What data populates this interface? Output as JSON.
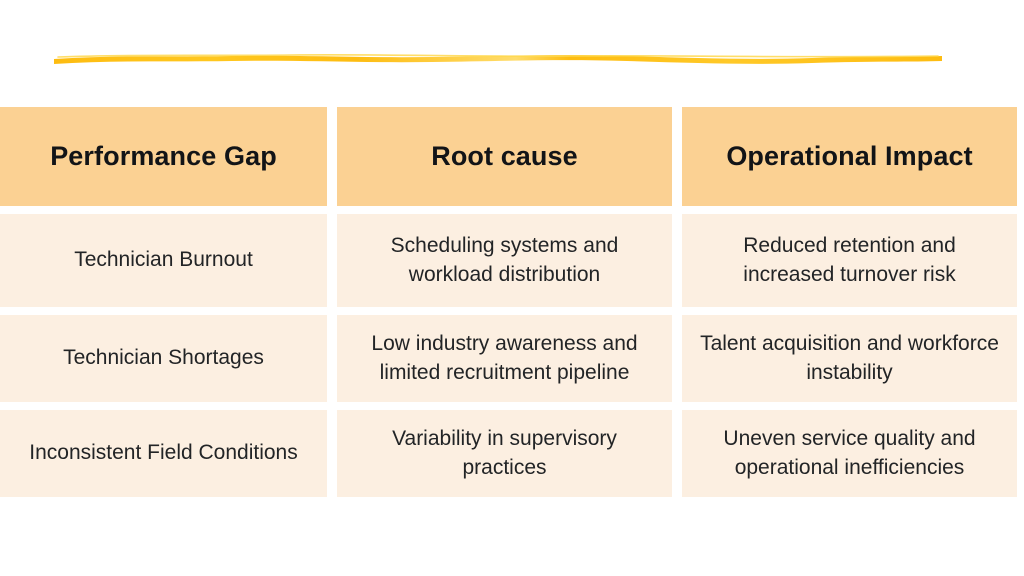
{
  "decoration": {
    "accent_rule": {
      "name": "hand-drawn-underline",
      "color": "#FDBC11",
      "highlight_color": "#FFD84D"
    }
  },
  "theme": {
    "page_background": "#FFFFFF",
    "header_cell_background": "#FBD193",
    "body_cell_background": "#FCEFE1",
    "header_text_color": "#121417",
    "body_text_color": "#222426"
  },
  "table": {
    "name": "performance-gap-analysis-table",
    "columns": [
      {
        "key": "performance_gap",
        "label": "Performance Gap"
      },
      {
        "key": "root_cause",
        "label": "Root cause"
      },
      {
        "key": "operational_impact",
        "label": "Operational Impact"
      }
    ],
    "rows": [
      {
        "performance_gap": "Technician Burnout",
        "root_cause": "Scheduling systems and workload distribution",
        "operational_impact": "Reduced retention and increased turnover risk"
      },
      {
        "performance_gap": "Technician Shortages",
        "root_cause": "Low industry awareness and limited recruitment pipeline",
        "operational_impact": "Talent acquisition and workforce instability"
      },
      {
        "performance_gap": "Inconsistent Field Conditions",
        "root_cause": "Variability in supervisory practices",
        "operational_impact": "Uneven service quality and operational inefficiencies"
      }
    ]
  }
}
